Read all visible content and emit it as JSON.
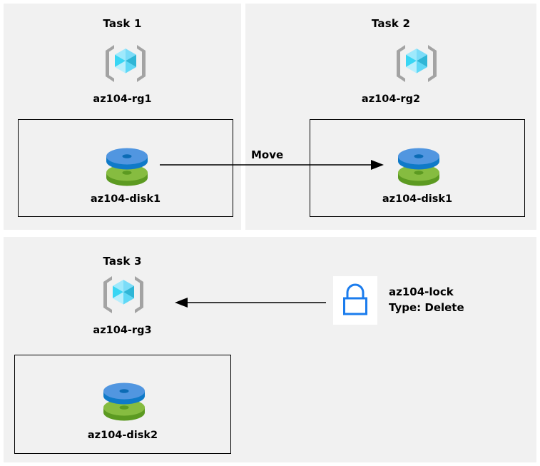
{
  "diagram": {
    "title": "Azure AZ-104 resource group / disk / lock tasks",
    "background_color": "#ffffff",
    "panel_color": "#f1f1f1",
    "border_color": "#000000"
  },
  "panels": [
    {
      "id": "task1",
      "title": "Task 1",
      "resource_group": {
        "icon": "azure-resource-group-icon",
        "label": "az104-rg1"
      },
      "resource": {
        "icon": "azure-managed-disk-icon",
        "label": "az104-disk1"
      }
    },
    {
      "id": "task2",
      "title": "Task 2",
      "resource_group": {
        "icon": "azure-resource-group-icon",
        "label": "az104-rg2"
      },
      "resource": {
        "icon": "azure-managed-disk-icon",
        "label": "az104-disk1"
      }
    },
    {
      "id": "task3",
      "title": "Task 3",
      "resource_group": {
        "icon": "azure-resource-group-icon",
        "label": "az104-rg3"
      },
      "resource": {
        "icon": "azure-managed-disk-icon",
        "label": "az104-disk2"
      }
    }
  ],
  "connectors": {
    "move": {
      "label": "Move",
      "direction": "right",
      "from": "az104-disk1 in az104-rg1",
      "to": "az104-rg2"
    },
    "lock": {
      "direction": "left",
      "from": "az104-lock",
      "to": "az104-rg3"
    }
  },
  "lock": {
    "icon": "lock-icon",
    "name": "az104-lock",
    "type_line": "Type: Delete",
    "icon_color": "#1b7ced",
    "icon_background": "#ffffff"
  },
  "colors": {
    "cube_light": "#7fe3fb",
    "cube_mid": "#32d4f5",
    "cube_dark": "#32b6d4",
    "bracket_gray": "#a0a0a0",
    "disk_blue_top": "#5196e0",
    "disk_blue_side": "#0f7ac8",
    "disk_green_top": "#86bc40",
    "disk_green_side": "#5c9a21"
  }
}
